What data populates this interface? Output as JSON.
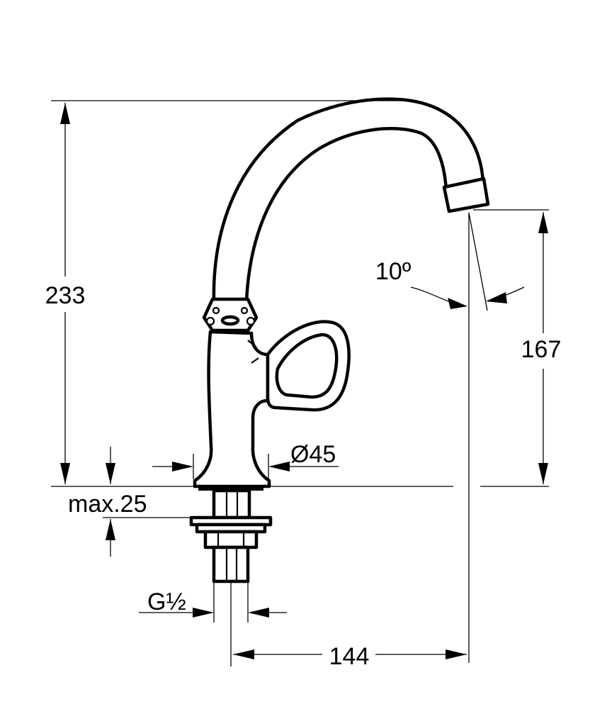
{
  "dimensions": {
    "total_height": "233",
    "spout_height": "167",
    "spout_reach": "144",
    "base_diameter": "Ø45",
    "max_counter_thickness": "max.25",
    "thread_size": "G½",
    "spout_angle": "10º"
  },
  "colors": {
    "line": "#000000",
    "background": "#ffffff"
  }
}
